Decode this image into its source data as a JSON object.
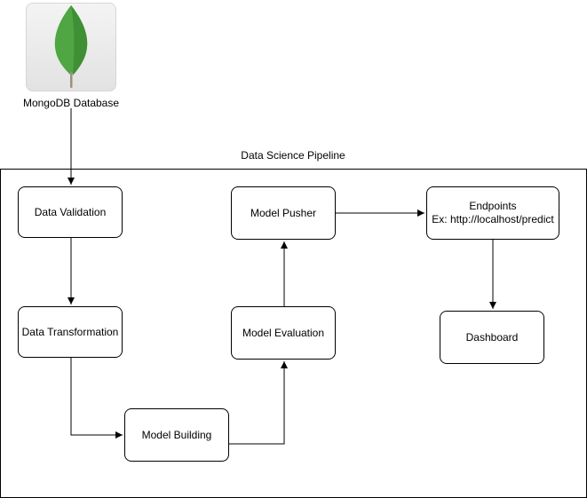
{
  "source": {
    "label": "MongoDB Database",
    "icon": "mongodb-leaf-icon",
    "leaf_color": "#4fa642",
    "leaf_dark_color": "#3f8f34"
  },
  "pipeline": {
    "title": "Data Science Pipeline",
    "nodes": {
      "data_validation": "Data Validation",
      "data_transformation": "Data Transformation",
      "model_building": "Model Building",
      "model_evaluation": "Model Evaluation",
      "model_pusher": "Model Pusher",
      "endpoints_title": "Endpoints",
      "endpoints_example": "Ex: http://localhost/predict",
      "dashboard": "Dashboard"
    }
  },
  "colors": {
    "stroke": "#000000",
    "background": "#ffffff"
  }
}
